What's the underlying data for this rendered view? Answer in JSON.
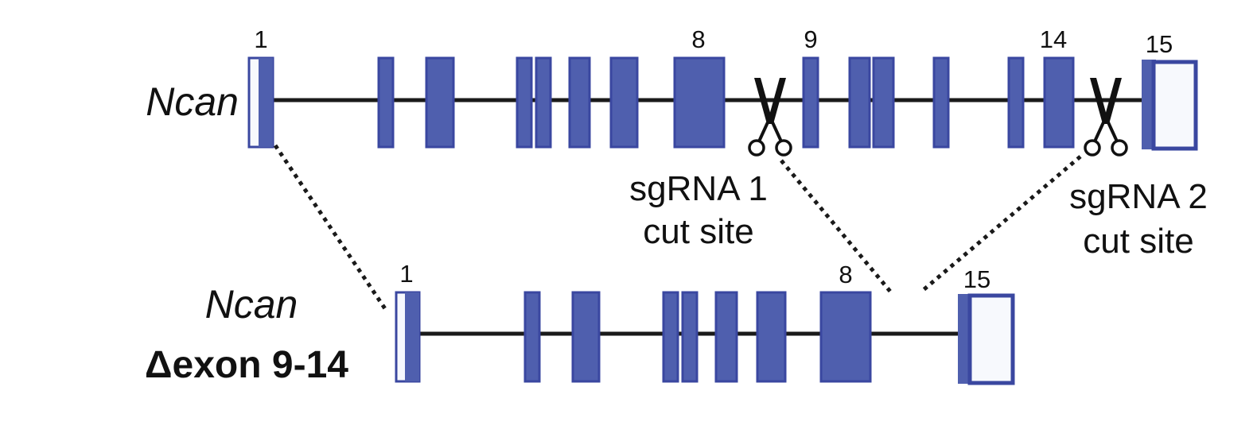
{
  "wildtype": {
    "gene_label": "Ncan",
    "exon_numbers": {
      "e1": "1",
      "e8": "8",
      "e9": "9",
      "e14": "14",
      "e15": "15"
    }
  },
  "mutant": {
    "gene_label": "Ncan",
    "deletion_label": "Δexon 9-14",
    "exon_numbers": {
      "e1": "1",
      "e8": "8",
      "e15": "15"
    }
  },
  "cut_sites": [
    {
      "line1": "sgRNA 1",
      "line2": "cut site"
    },
    {
      "line1": "sgRNA 2",
      "line2": "cut site"
    }
  ],
  "colors": {
    "exon_fill": "#4f5fae",
    "exon_stroke": "#3a47a0",
    "utr_fill": "#f7f9fd",
    "line": "#1a1a1a"
  },
  "icons": [
    "scissors-icon"
  ]
}
